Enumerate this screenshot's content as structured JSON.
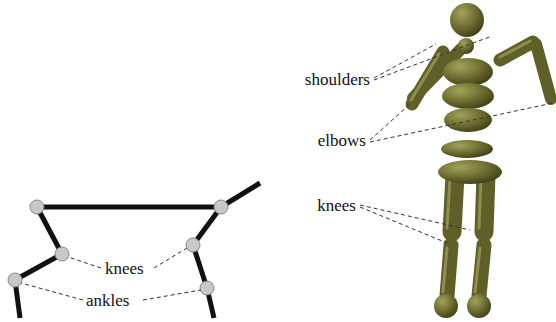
{
  "diagram": {
    "labels": [
      "shoulders",
      "elbows",
      "knees",
      "knees",
      "ankles"
    ]
  }
}
